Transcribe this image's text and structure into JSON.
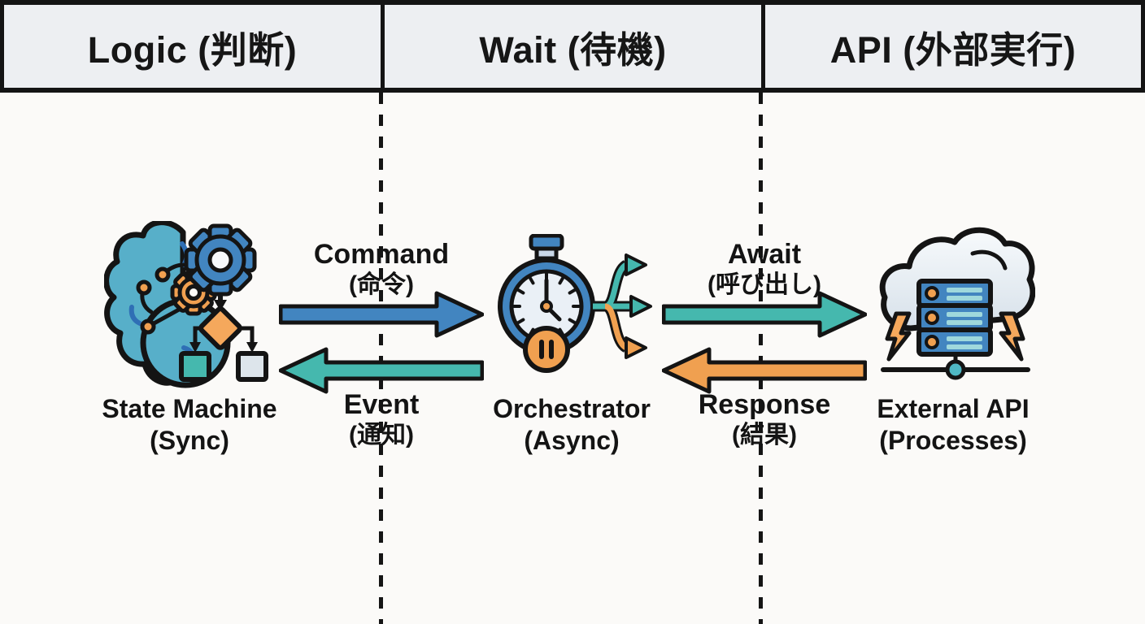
{
  "header": {
    "columns": [
      {
        "label": "Logic (判断)"
      },
      {
        "label": "Wait (待機)"
      },
      {
        "label": "API (外部実行)"
      }
    ]
  },
  "nodes": {
    "state_machine": {
      "title": "State Machine",
      "subtitle": "(Sync)",
      "icon": "brain-gears-flowchart-icon"
    },
    "orchestrator": {
      "title": "Orchestrator",
      "subtitle": "(Async)",
      "icon": "stopwatch-branch-icon"
    },
    "external_api": {
      "title": "External API",
      "subtitle": "(Processes)",
      "icon": "cloud-server-icon"
    }
  },
  "arrows": {
    "command": {
      "label": "Command",
      "sublabel": "(命令)",
      "direction": "right",
      "color": "#4285C0"
    },
    "event": {
      "label": "Event",
      "sublabel": "(通知)",
      "direction": "left",
      "color": "#45B8AE"
    },
    "await": {
      "label": "Await",
      "sublabel": "(呼び出し)",
      "direction": "right",
      "color": "#45B8AE"
    },
    "response": {
      "label": "Response",
      "sublabel": "(結果)",
      "direction": "left",
      "color": "#F0A050"
    }
  },
  "colors": {
    "outline": "#141414",
    "blue": "#4285C0",
    "teal": "#45B8AE",
    "orange": "#F0A050",
    "header_bg": "#EDEFF2",
    "background": "#FBFAF8"
  }
}
